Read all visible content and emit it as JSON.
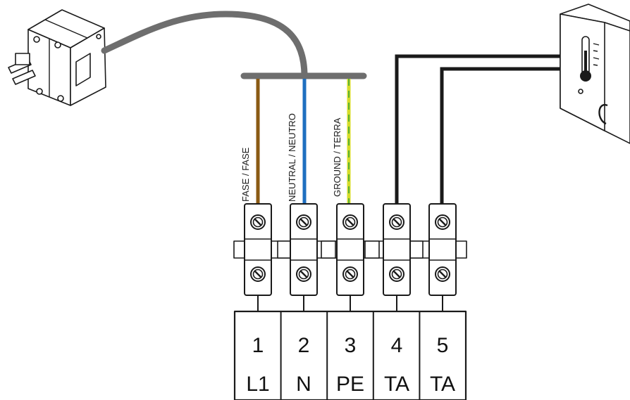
{
  "colors": {
    "phase_wire": "#8a5a14",
    "neutral_wire": "#1f6fc0",
    "ground_wire_a": "#d6dc2a",
    "ground_wire_b": "#3aa83a",
    "control_wire": "#1a1a1a",
    "supply_cable": "#6e6e6e"
  },
  "wires": {
    "phase_label": "FASE / FASE",
    "neutral_label": "NEUTRAL / NEUTRO",
    "ground_label": "GROUND / TERRA"
  },
  "terminals": [
    {
      "number": "1",
      "label": "L1"
    },
    {
      "number": "2",
      "label": "N"
    },
    {
      "number": "3",
      "label": "PE"
    },
    {
      "number": "4",
      "label": "TA"
    },
    {
      "number": "5",
      "label": "TA"
    }
  ],
  "icons": {
    "breaker": "circuit-breaker-icon",
    "thermostat": "thermostat-icon"
  }
}
